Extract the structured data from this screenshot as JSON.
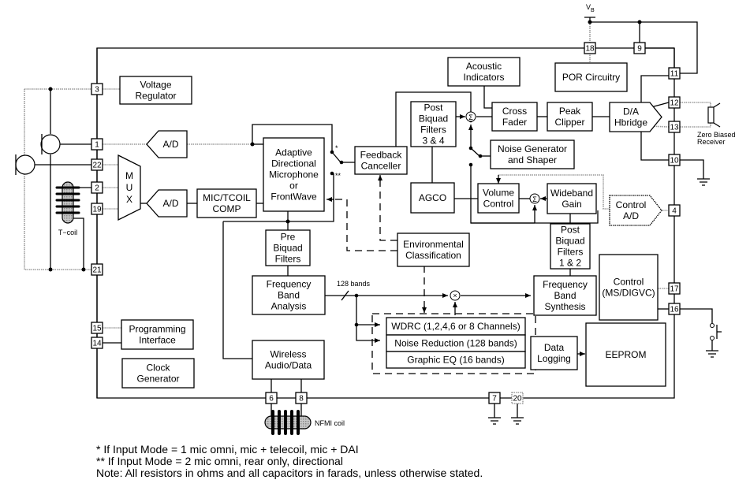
{
  "supply_label": "V",
  "supply_sub": "B",
  "blocks": {
    "voltage_regulator": [
      "Voltage",
      "Regulator"
    ],
    "ad1": [
      "A/D"
    ],
    "ad2": [
      "A/D"
    ],
    "mux": [
      "M",
      "U",
      "X"
    ],
    "mic_tcoil_comp": [
      "MIC/TCOIL",
      "COMP"
    ],
    "adaptive_dir_mic": [
      "Adaptive",
      "Directional",
      "Microphone",
      "or",
      "FrontWave"
    ],
    "feedback_canceller": [
      "Feedback",
      "Canceller"
    ],
    "acoustic_indicators": [
      "Acoustic",
      "Indicators"
    ],
    "post_biquad_34": [
      "Post",
      "Biquad",
      "Filters",
      "3 & 4"
    ],
    "cross_fader": [
      "Cross",
      "Fader"
    ],
    "peak_clipper": [
      "Peak",
      "Clipper"
    ],
    "da_hbridge": [
      "D/A",
      "Hbridge"
    ],
    "por_circuitry": [
      "POR Circuitry"
    ],
    "noise_generator": [
      "Noise Generator",
      "and Shaper"
    ],
    "agco": [
      "AGCO"
    ],
    "volume_control": [
      "Volume",
      "Control"
    ],
    "wideband_gain": [
      "Wideband",
      "Gain"
    ],
    "control_ad": [
      "Control",
      "A/D"
    ],
    "pre_biquad": [
      "Pre",
      "Biquad",
      "Filters"
    ],
    "environmental_classification": [
      "Environmental",
      "Classification"
    ],
    "post_biquad_12": [
      "Post",
      "Biquad",
      "Filters",
      "1 & 2"
    ],
    "control_ms": [
      "Control",
      "(MS/DIGVC)"
    ],
    "freq_band_analysis": [
      "Frequency",
      "Band",
      "Analysis"
    ],
    "freq_band_synthesis": [
      "Frequency",
      "Band",
      "Synthesis"
    ],
    "wdrc": [
      "WDRC (1,2,4,6 or 8 Channels)"
    ],
    "noise_reduction": [
      "Noise Reduction (128 bands)"
    ],
    "graphic_eq": [
      "Graphic EQ (16 bands)"
    ],
    "data_logging": [
      "Data",
      "Logging"
    ],
    "eeprom": [
      "EEPROM"
    ],
    "programming_interface": [
      "Programming",
      "Interface"
    ],
    "clock_generator": [
      "Clock",
      "Generator"
    ],
    "wireless_audio": [
      "Wireless",
      "Audio/Data"
    ]
  },
  "pins": {
    "p3": "3",
    "p1": "1",
    "p22": "22",
    "p2": "2",
    "p19": "19",
    "p21": "21",
    "p15": "15",
    "p14": "14",
    "p6": "6",
    "p8": "8",
    "p7": "7",
    "p20": "20",
    "p18": "18",
    "p9": "9",
    "p11": "11",
    "p12": "12",
    "p13": "13",
    "p10": "10",
    "p4": "4",
    "p17": "17",
    "p16": "16"
  },
  "labels": {
    "tcoil": "T−coil",
    "nfmi_coil": "NFMI coil",
    "receiver_line1": "Zero Biased",
    "receiver_line2": "Receiver",
    "bands_128": "128 bands",
    "star1": "*",
    "star2": "**",
    "sum": "Σ",
    "mult": "×"
  },
  "notes": [
    "* If Input Mode = 1 mic omni, mic + telecoil, mic + DAI",
    "** If Input Mode = 2 mic omni, rear only, directional",
    "Note: All resistors in ohms and all capacitors in farads, unless otherwise stated."
  ]
}
